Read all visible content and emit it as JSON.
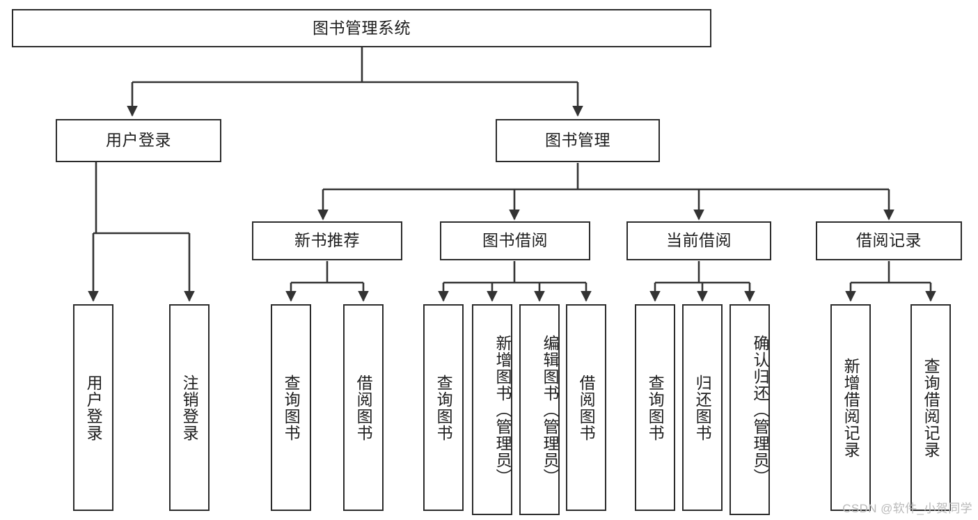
{
  "diagram": {
    "title": "图书管理系统",
    "watermark": "CSDN @软件_小贺同学",
    "colors": {
      "box_border": "#2b2b2b",
      "box_fill": "#ffffff",
      "edge": "#333333",
      "text": "#1d1d1d",
      "watermark": "#b9b9b9",
      "background": "#ffffff"
    },
    "root": {
      "label": "图书管理系统"
    },
    "level2": [
      {
        "id": "user-login",
        "label": "用户登录"
      },
      {
        "id": "book-management",
        "label": "图书管理"
      }
    ],
    "level3": [
      {
        "id": "new-book-recommend",
        "label": "新书推荐"
      },
      {
        "id": "book-borrow",
        "label": "图书借阅"
      },
      {
        "id": "current-borrow",
        "label": "当前借阅"
      },
      {
        "id": "borrow-record",
        "label": "借阅记录"
      }
    ],
    "leaves": {
      "user_login": [
        {
          "id": "leaf-user-login",
          "label": "用户登录"
        },
        {
          "id": "leaf-logout-login",
          "label": "注销登录"
        }
      ],
      "new_book_recommend": [
        {
          "id": "leaf-query-book-1",
          "label": "查询图书"
        },
        {
          "id": "leaf-borrow-book-1",
          "label": "借阅图书"
        }
      ],
      "book_borrow": [
        {
          "id": "leaf-query-book-2",
          "label": "查询图书"
        },
        {
          "id": "leaf-add-book",
          "label": "新增图书（管理员）"
        },
        {
          "id": "leaf-edit-book",
          "label": "编辑图书（管理员）"
        },
        {
          "id": "leaf-borrow-book-2",
          "label": "借阅图书"
        }
      ],
      "current_borrow": [
        {
          "id": "leaf-query-book-3",
          "label": "查询图书"
        },
        {
          "id": "leaf-return-book",
          "label": "归还图书"
        },
        {
          "id": "leaf-confirm-return",
          "label": "确认归还（管理员）"
        }
      ],
      "borrow_record": [
        {
          "id": "leaf-add-borrow-record",
          "label": "新增借阅记录"
        },
        {
          "id": "leaf-query-borrow-record",
          "label": "查询借阅记录"
        }
      ]
    }
  }
}
